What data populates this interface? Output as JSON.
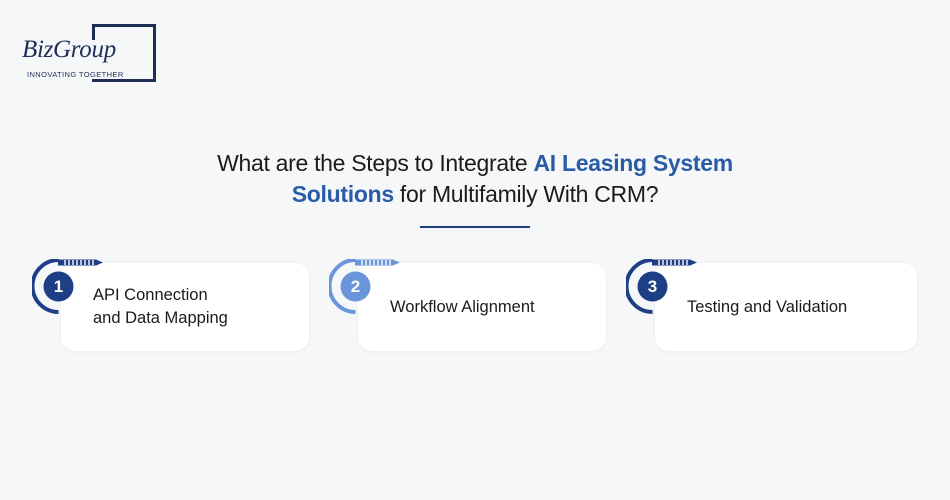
{
  "logo": {
    "brand": "BizGroup",
    "tagline": "INNOVATING TOGETHER",
    "color": "#1d2f57"
  },
  "heading": {
    "part1": "What are the Steps to Integrate ",
    "highlight1": "AI Leasing System",
    "highlight2": "Solutions",
    "part2": " for Multifamily With CRM?",
    "highlight_color": "#2a5ca6"
  },
  "steps": [
    {
      "number": "1",
      "label": "API Connection and Data Mapping",
      "color": "#1e3f86"
    },
    {
      "number": "2",
      "label": "Workflow Alignment",
      "color": "#6b95db"
    },
    {
      "number": "3",
      "label": "Testing and Validation",
      "color": "#1e3f86"
    }
  ]
}
